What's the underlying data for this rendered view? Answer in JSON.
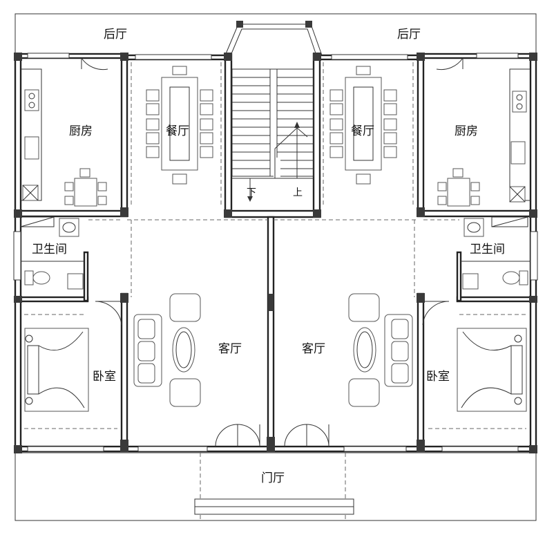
{
  "plan": {
    "rooms_left": {
      "back_hall": "后厅",
      "kitchen": "厨房",
      "dining": "餐厅",
      "bathroom": "卫生间",
      "bedroom": "卧室",
      "living": "客厅"
    },
    "rooms_right": {
      "back_hall": "后厅",
      "kitchen": "厨房",
      "dining": "餐厅",
      "bathroom": "卫生间",
      "bedroom": "卧室",
      "living": "客厅"
    },
    "stair": {
      "down": "下",
      "up": "上"
    },
    "foyer": "门厅"
  }
}
